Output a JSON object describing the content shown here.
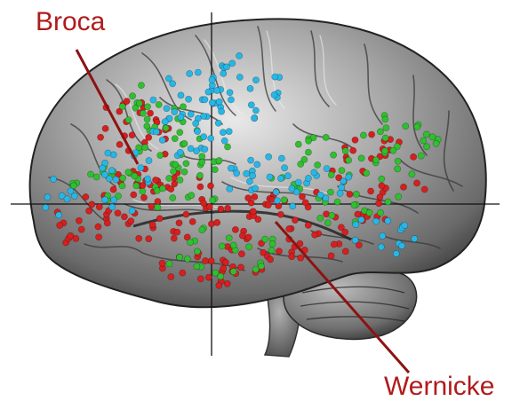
{
  "labels": {
    "broca": "Broca",
    "wernicke": "Wernicke"
  },
  "colors": {
    "label_text": "#b11b1b",
    "leader_line": "#8e1212",
    "dot_red": "#d61f1f",
    "dot_green": "#2fbf2f",
    "dot_cyan": "#27b7e6",
    "crosshair": "#111111",
    "brain_fill": "#7b7b7b",
    "brain_shadow": "#2b2b2b",
    "brain_highlight": "#e9e9e9"
  },
  "dot_series": [
    {
      "color": "red"
    },
    {
      "color": "green"
    },
    {
      "color": "cyan"
    }
  ]
}
